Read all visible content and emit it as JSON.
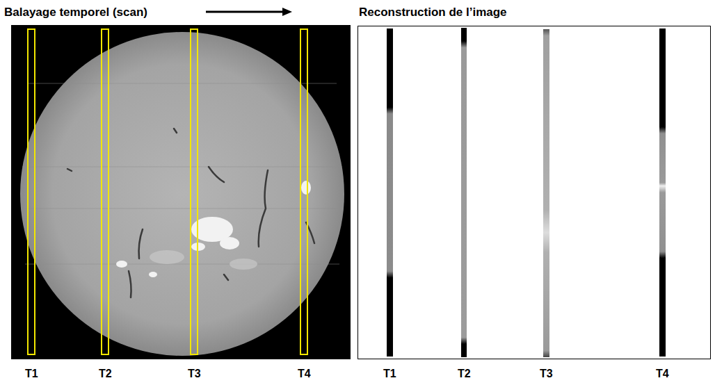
{
  "diagram": {
    "labels": [
      "Balayage temporel (scan)",
      "Reconstruction de l’image",
      "T1",
      "T2",
      "T3",
      "T4",
      "T1",
      "T2",
      "T3",
      "T4"
    ]
  }
}
